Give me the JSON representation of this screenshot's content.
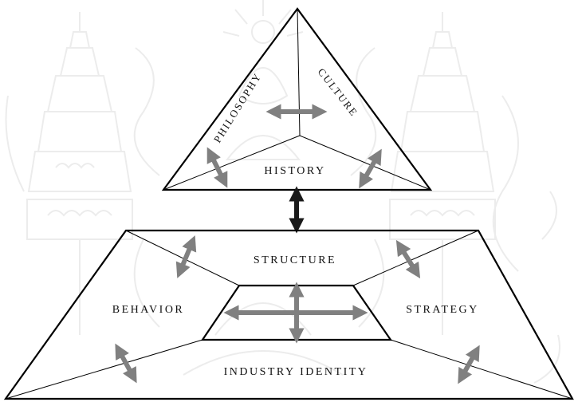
{
  "pyramid": {
    "philosophy": "PHILOSOPHY",
    "culture": "CULTURE",
    "history": "HISTORY"
  },
  "base": {
    "structure": "STRUCTURE",
    "behavior": "BEHAVIOR",
    "strategy": "STRATEGY",
    "industry_identity": "INDUSTRY IDENTITY"
  },
  "colors": {
    "arrow_gray": "#808080",
    "connector_black": "#1a1a1a",
    "line": "#000000",
    "watermark": "#e8e8e8"
  },
  "icons": {
    "watermark": "royal-emblem-watermark",
    "arrows": "double-headed-arrow"
  }
}
